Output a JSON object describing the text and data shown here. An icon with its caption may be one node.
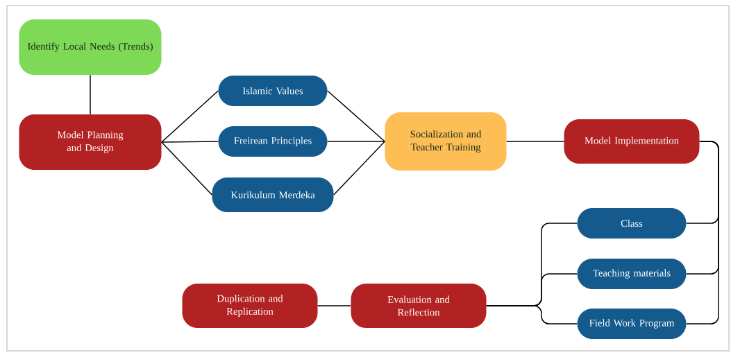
{
  "diagram": {
    "nodes": [
      {
        "text": [
          "Identify Local Needs (Trends)"
        ]
      },
      {
        "text": [
          "Model Planning and Design"
        ]
      },
      {
        "text": [
          "Islamic Values"
        ]
      },
      {
        "text": [
          "Freirean Principles"
        ]
      },
      {
        "text": [
          "Kurikulum Merdeka"
        ]
      },
      {
        "text": [
          "Socialization and Teacher Training"
        ]
      },
      {
        "text": [
          "Model Implementation"
        ]
      },
      {
        "text": [
          "Class"
        ]
      },
      {
        "text": [
          "Teaching materials"
        ]
      },
      {
        "text": [
          "Field Work Program"
        ]
      },
      {
        "text": [
          "Evaluation and Reflection"
        ]
      },
      {
        "text": [
          "Duplication and Replication"
        ]
      }
    ],
    "edges": [
      {
        "from": 0,
        "to": 1,
        "arrow": "none"
      },
      {
        "from": 1,
        "to": 2,
        "arrow": "none"
      },
      {
        "from": 1,
        "to": 3,
        "arrow": "none"
      },
      {
        "from": 1,
        "to": 4,
        "arrow": "none"
      },
      {
        "from": 2,
        "to": 5,
        "arrow": "none"
      },
      {
        "from": 3,
        "to": 5,
        "arrow": "none"
      },
      {
        "from": 4,
        "to": 5,
        "arrow": "none"
      },
      {
        "from": 5,
        "to": 6,
        "arrow": "none"
      },
      {
        "from": 6,
        "to": 7,
        "arrow": "none"
      },
      {
        "from": 6,
        "to": 8,
        "arrow": "none"
      },
      {
        "from": 6,
        "to": 9,
        "arrow": "none"
      },
      {
        "from": 10,
        "to": 7,
        "arrow": "none"
      },
      {
        "from": 10,
        "to": 8,
        "arrow": "none"
      },
      {
        "from": 10,
        "to": 9,
        "arrow": "none"
      },
      {
        "from": 11,
        "to": 10,
        "arrow": "none"
      }
    ]
  }
}
